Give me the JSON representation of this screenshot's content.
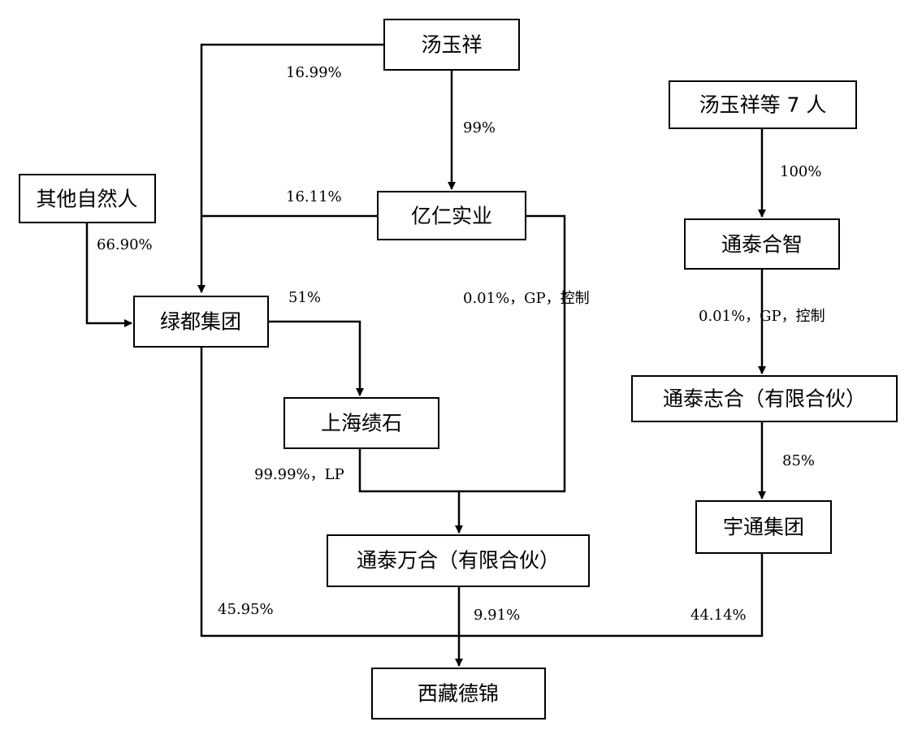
{
  "nodes": {
    "tang_yuxiang": "汤玉祥",
    "tang_yuxiang_7": "汤玉祥等 7 人",
    "other_persons": "其他自然人",
    "yiren": "亿仁实业",
    "tongtai_hezhi": "通泰合智",
    "lvdu_group": "绿都集团",
    "shanghai_jishi": "上海绩石",
    "tongtai_zhihe": "通泰志合（有限合伙）",
    "yutong_group": "宇通集团",
    "tongtai_wanhe": "通泰万合（有限合伙）",
    "xizang_dejin": "西藏德锦"
  },
  "edges": {
    "tang_to_lvdu": "16.99%",
    "tang_to_yiren": "99%",
    "yiren_to_lvdu": "16.11%",
    "other_to_lvdu": "66.90%",
    "lvdu_to_shanghai": "51%",
    "yiren_to_wanhe": "0.01%，GP，控制",
    "shanghai_to_wanhe": "99.99%，LP",
    "tang7_to_hezhi": "100%",
    "hezhi_to_zhihe": "0.01%，GP，控制",
    "zhihe_to_yutong": "85%",
    "lvdu_to_xizang": "45.95%",
    "wanhe_to_xizang": "9.91%",
    "yutong_to_xizang": "44.14%"
  },
  "colors": {
    "line": "#000000",
    "box_border": "#000000",
    "background": "#ffffff"
  }
}
